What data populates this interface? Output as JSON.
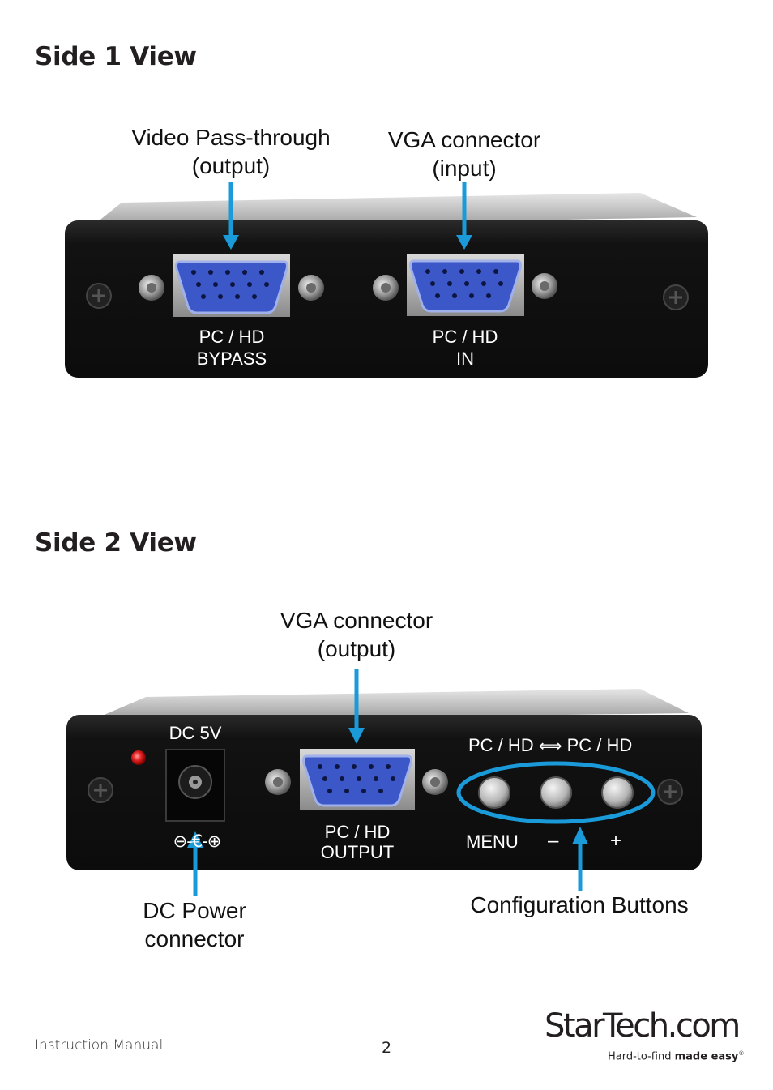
{
  "side1": {
    "title": "Side 1 View",
    "callout_left_line1": "Video Pass-through",
    "callout_left_line2": "(output)",
    "callout_right_line1": "VGA connector",
    "callout_right_line2": "(input)",
    "port_left_label_line1": "PC / HD",
    "port_left_label_line2": "BYPASS",
    "port_right_label_line1": "PC / HD",
    "port_right_label_line2": "IN"
  },
  "side2": {
    "title": "Side 2 View",
    "callout_top_line1": "VGA connector",
    "callout_top_line2": "(output)",
    "dc_label": "DC 5V",
    "polarity_symbol": "⊖-€-⊕",
    "port_label_line1": "PC / HD",
    "port_label_line2": "OUTPUT",
    "switch_label_left": "PC / HD",
    "switch_label_arrow": "⟺",
    "switch_label_right": "PC / HD",
    "button_menu": "MENU",
    "button_minus": "–",
    "button_plus": "+",
    "callout_dc_line1": "DC Power",
    "callout_dc_line2": "connector",
    "callout_buttons": "Configuration Buttons"
  },
  "footer": {
    "left": "Instruction Manual",
    "page_number": "2",
    "logo_text": "StarTech",
    "logo_dot_com": ".com",
    "logo_tagline_plain": "Hard-to-find ",
    "logo_tagline_bold": "made easy",
    "logo_registered": "®"
  },
  "colors": {
    "arrow": "#1a9ad9",
    "vga_blue": "#3b57c8",
    "device_body": "#151515",
    "led_red": "#d81b1b",
    "highlight_ring": "#1a9ad9"
  }
}
